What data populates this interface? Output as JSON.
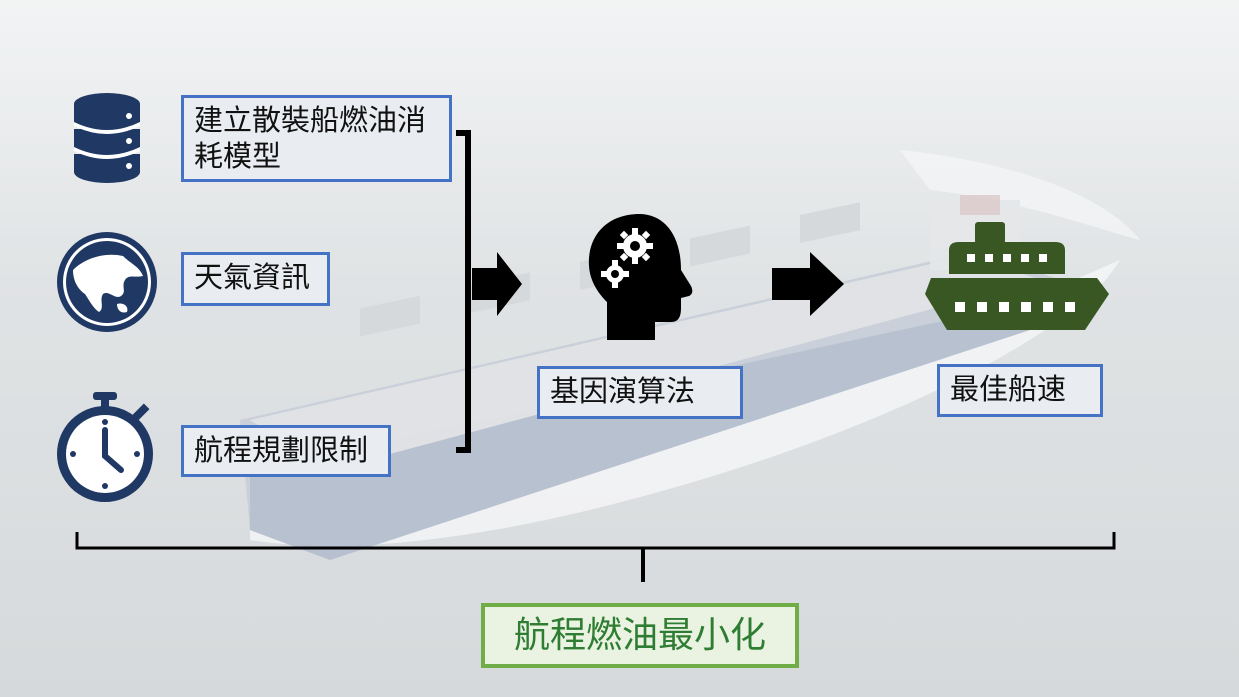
{
  "inputs": [
    {
      "label": "建立散裝船燃油消耗模型",
      "icon": "database-icon"
    },
    {
      "label": "天氣資訊",
      "icon": "globe-icon"
    },
    {
      "label": "航程規劃限制",
      "icon": "stopwatch-icon"
    }
  ],
  "process": {
    "label": "基因演算法",
    "icon": "brain-gears-icon"
  },
  "output": {
    "label": "最佳船速",
    "icon": "ship-icon"
  },
  "goal": {
    "label": "航程燃油最小化"
  },
  "colors": {
    "icon_navy": "#1f3864",
    "box_border": "#4472c4",
    "goal_border": "#70ad47",
    "goal_text": "#2e7d32",
    "ship_green": "#385723"
  }
}
